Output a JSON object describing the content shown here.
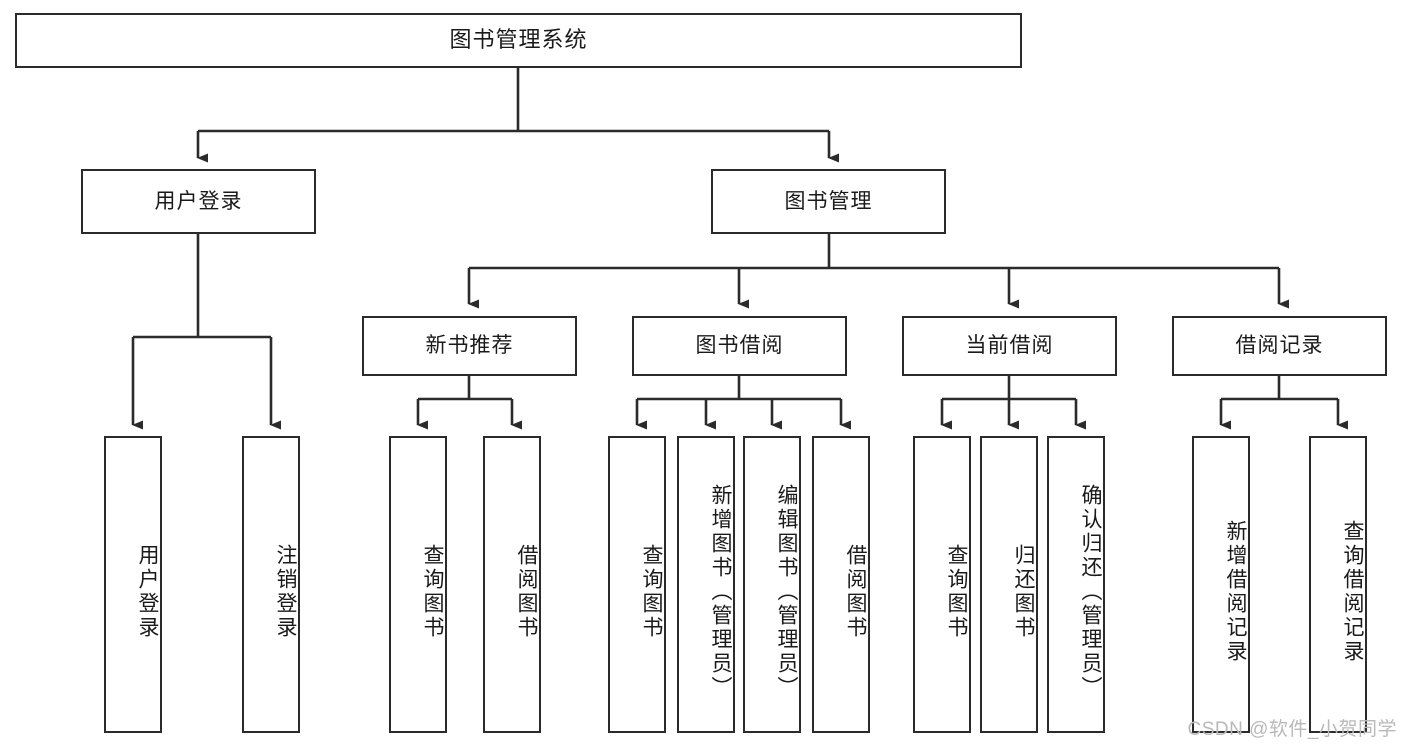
{
  "diagram": {
    "title": "图书管理系统",
    "type": "tree",
    "watermark": "CSDN @软件_小贺同学",
    "colors": {
      "border": "#2b2b2b",
      "background": "#ffffff",
      "text": "#1a1a1a",
      "watermark": "#b9b9b9"
    },
    "nodes": {
      "root": {
        "label": "图书管理系统"
      },
      "level2": [
        {
          "label": "用户登录"
        },
        {
          "label": "图书管理"
        }
      ],
      "level3": [
        {
          "label": "新书推荐"
        },
        {
          "label": "图书借阅"
        },
        {
          "label": "当前借阅"
        },
        {
          "label": "借阅记录"
        }
      ],
      "leaves_user_login": [
        {
          "label": "用户登录"
        },
        {
          "label": "注销登录"
        }
      ],
      "leaves_new_books": [
        {
          "label": "查询图书"
        },
        {
          "label": "借阅图书"
        }
      ],
      "leaves_borrow": [
        {
          "label": "查询图书"
        },
        {
          "label": "新增图书（管理员）"
        },
        {
          "label": "编辑图书（管理员）"
        },
        {
          "label": "借阅图书"
        }
      ],
      "leaves_current": [
        {
          "label": "查询图书"
        },
        {
          "label": "归还图书"
        },
        {
          "label": "确认归还（管理员）"
        }
      ],
      "leaves_records": [
        {
          "label": "新增借阅记录"
        },
        {
          "label": "查询借阅记录"
        }
      ]
    }
  }
}
